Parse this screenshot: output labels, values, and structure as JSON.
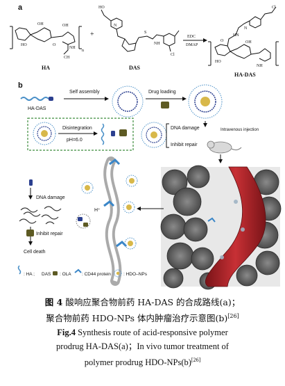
{
  "panel_a": {
    "label": "a",
    "reagent_top": "EDC",
    "reagent_bottom": "DMAP",
    "plus": "+",
    "names": {
      "ha": "HA",
      "das": "DAS",
      "ha_das": "HA-DAS"
    },
    "atoms": {
      "OH": "OH",
      "O": "O",
      "HO": "HO",
      "NH": "NH",
      "N": "N",
      "n": "n",
      "CH3": "CH",
      "Cl": "Cl",
      "S": "S",
      "HN": "HN"
    }
  },
  "panel_b": {
    "label": "b",
    "ha_das": "HA-DAS",
    "self_assembly": "Self assembly",
    "drug_loading": "Drug loading",
    "disintegration": "Disintegration",
    "ph": "pH=6.0",
    "dna_damage": "DNA damage",
    "inhibit_repair": "Inhibit repair",
    "iv": "Intravenous injection",
    "hplus": "H⁺",
    "dna_damage2": "DNA damage",
    "inhibit_repair2": "Inhibit repair",
    "cell_death": "Cell death",
    "legend": {
      "ha": ": HA ;",
      "das": "DAS",
      "ola": ": OLA",
      "cd44": ": CD44 protein",
      "hdo": ": HDO–NPs"
    }
  },
  "caption": {
    "cn_fig": "图 4",
    "cn_line1": "酸响应聚合物前药 HA-DAS 的合成路线(a)；",
    "cn_line2": "聚合物前药 HDO-NPs 体内肿瘤治疗示意图(b)",
    "cn_ref": "[26]",
    "en_fig": "Fig.4",
    "en_line1": "Synthesis route of acid-responsive polymer",
    "en_line2": "prodrug HA-DAS(a)；In vivo tumor treatment of",
    "en_line3": "polymer prodrug HDO-NPs(b)",
    "en_ref": "[26]"
  },
  "colors": {
    "ink": "#111111",
    "np_blue": "#4a90c8",
    "drug_yellow": "#d8b84a",
    "olive": "#5d5a23",
    "dashed_green": "#3c8c3c",
    "vessel_red": "#b0272b",
    "tumor_gray": "#6b6b6b",
    "cd44_blue": "#3a86c8"
  }
}
